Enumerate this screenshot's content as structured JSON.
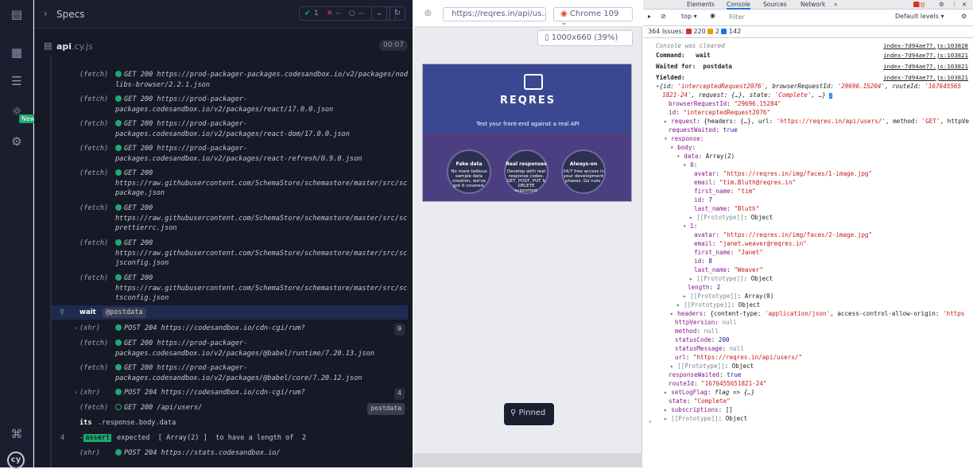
{
  "nav": {
    "new_badge": "New",
    "logo": "cy"
  },
  "runner": {
    "title": "Specs",
    "stats": {
      "passed": "1",
      "failed": "--",
      "pending": "--"
    },
    "spec_name": "api",
    "spec_ext": ".cy.js",
    "duration": "00:07"
  },
  "log": [
    {
      "k": "(fetch)",
      "t": "GET 200 https://prod-packager-packages.codesandbox.io/v2/packages/node-\nlibs-browser/2.2.1.json"
    },
    {
      "k": "(fetch)",
      "t": "GET 200 https://prod-packager-\npackages.codesandbox.io/v2/packages/react/17.0.0.json"
    },
    {
      "k": "(fetch)",
      "t": "GET 200 https://prod-packager-\npackages.codesandbox.io/v2/packages/react-dom/17.0.0.json"
    },
    {
      "k": "(fetch)",
      "t": "GET 200 https://prod-packager-\npackages.codesandbox.io/v2/packages/react-refresh/0.9.0.json"
    },
    {
      "k": "(fetch)",
      "t": "GET 200\nhttps://raw.githubusercontent.com/SchemaStore/schemastore/master/src/schemas/json/\npackage.json"
    },
    {
      "k": "(fetch)",
      "t": "GET 200\nhttps://raw.githubusercontent.com/SchemaStore/schemastore/master/src/schemas/json/\nprettierrc.json"
    },
    {
      "k": "(fetch)",
      "t": "GET 200\nhttps://raw.githubusercontent.com/SchemaStore/schemastore/master/src/schemas/json/\njsconfig.json"
    },
    {
      "k": "(fetch)",
      "t": "GET 200\nhttps://raw.githubusercontent.com/SchemaStore/schemastore/master/src/schemas/json/\ntsconfig.json"
    }
  ],
  "wait": {
    "cmd": "wait",
    "alias": "@postdata"
  },
  "log2": [
    {
      "k": "(xhr)",
      "t": "POST 204 https://codesandbox.io/cdn-cgi/rum?",
      "n": "9"
    },
    {
      "k": "(fetch)",
      "t": "GET 200 https://prod-packager-\npackages.codesandbox.io/v2/packages/@babel/runtime/7.20.13.json"
    },
    {
      "k": "(fetch)",
      "t": "GET 200 https://prod-packager-\npackages.codesandbox.io/v2/packages/@babel/core/7.20.12.json"
    },
    {
      "k": "(xhr)",
      "t": "POST 204 https://codesandbox.io/cdn-cgi/rum?",
      "n": "4"
    },
    {
      "k": "(fetch)",
      "t": "GET 200 /api/users/",
      "tag": "postdata"
    }
  ],
  "its": {
    "cmd": "its",
    "path": ".response.body.data"
  },
  "assert": {
    "num": "4",
    "badge": "assert",
    "text": "expected  [ Array(2) ]  to have a length of  2"
  },
  "log3": {
    "k": "(xhr)",
    "t": "POST 204 https://stats.codesandbox.io/"
  },
  "preview": {
    "url": "https://reqres.in/api/us...",
    "browser": "Chrome 109",
    "viewport": "1000x660 (39%)",
    "reqres_name": "REQRES",
    "tagline": "Test your front-end against a real API",
    "circles": [
      {
        "title": "Fake data",
        "text": "No more tedious sample data creation, we've got it covered."
      },
      {
        "title": "Real responses",
        "text": "Develop with real response codes. GET, POST, PUT & DELETE supported."
      },
      {
        "title": "Always-on",
        "text": "24/7 free access in your development phases. Go nuts."
      }
    ],
    "pinned": "Pinned"
  },
  "devtools": {
    "tabs": [
      "Elements",
      "Console",
      "Sources",
      "Network",
      "»"
    ],
    "errors_badge": "220",
    "context": "top",
    "filter_placeholder": "Filter",
    "levels": "Default levels",
    "issues": {
      "label": "364 Issues:",
      "red": "220",
      "amber": "2",
      "blue": "142"
    },
    "source_a": "index-7d94ae77.js:103828",
    "source_b": "index-7d94ae77.js:103821",
    "console_lines": [
      "Console was cleared",
      "Command:   wait",
      "Waited for:  postdata",
      "Yielded:"
    ]
  }
}
